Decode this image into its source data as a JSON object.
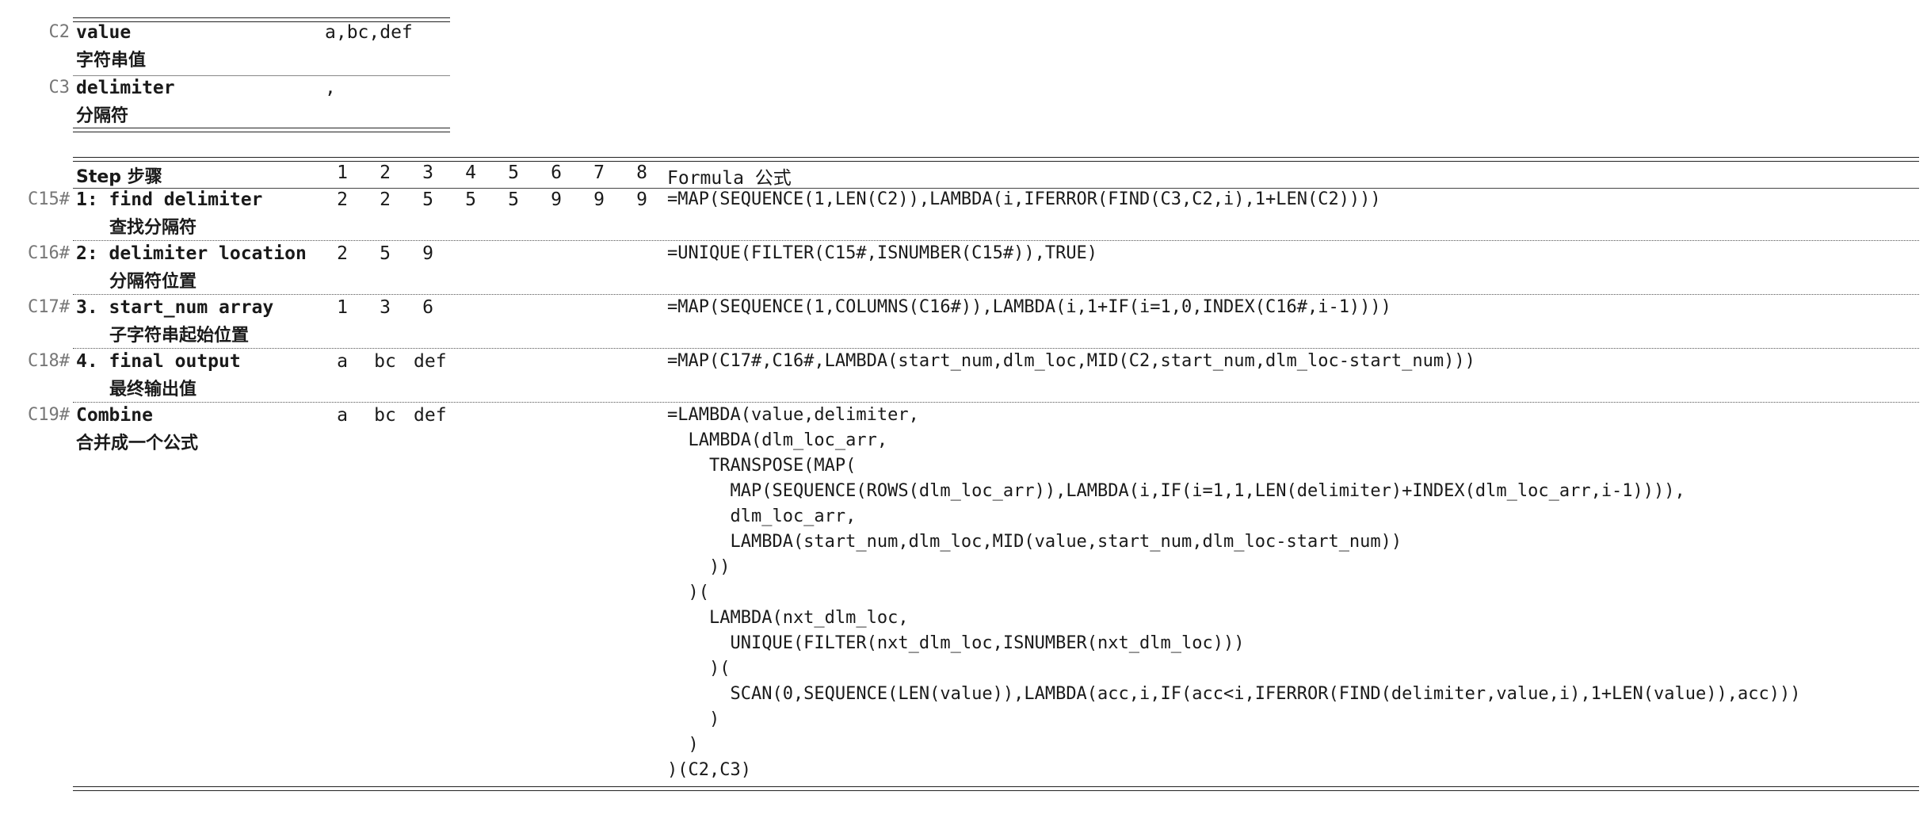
{
  "params": [
    {
      "ref": "C2",
      "name": "value",
      "name_zh": "字符串值",
      "val": "a,bc,def"
    },
    {
      "ref": "C3",
      "name": "delimiter",
      "name_zh": "分隔符",
      "val": ","
    }
  ],
  "steps_header": {
    "step": "Step 步骤",
    "cols": [
      "1",
      "2",
      "3",
      "4",
      "5",
      "6",
      "7",
      "8"
    ],
    "formula": "Formula 公式"
  },
  "steps": [
    {
      "ref": "C15#",
      "title": "1: find delimiter",
      "title_zh": "查找分隔符",
      "values": [
        "2",
        "2",
        "5",
        "5",
        "5",
        "9",
        "9",
        "9"
      ],
      "formula": "=MAP(SEQUENCE(1,LEN(C2)),LAMBDA(i,IFERROR(FIND(C3,C2,i),1+LEN(C2))))"
    },
    {
      "ref": "C16#",
      "title": "2: delimiter location",
      "title_zh": "分隔符位置",
      "values": [
        "2",
        "5",
        "9"
      ],
      "formula": "=UNIQUE(FILTER(C15#,ISNUMBER(C15#)),TRUE)"
    },
    {
      "ref": "C17#",
      "title": "3. start_num array",
      "title_zh": "子字符串起始位置",
      "values": [
        "1",
        "3",
        "6"
      ],
      "formula": "=MAP(SEQUENCE(1,COLUMNS(C16#)),LAMBDA(i,1+IF(i=1,0,INDEX(C16#,i-1))))"
    },
    {
      "ref": "C18#",
      "title": "4. final output",
      "title_zh": "最终输出值",
      "values": [
        "a",
        "bc",
        "def"
      ],
      "formula": "=MAP(C17#,C16#,LAMBDA(start_num,dlm_loc,MID(C2,start_num,dlm_loc-start_num)))"
    }
  ],
  "combine": {
    "ref": "C19#",
    "title": "Combine",
    "title_zh": "合并成一个公式",
    "values": [
      "a",
      "bc",
      "def"
    ],
    "formula_lines": [
      "=LAMBDA(value,delimiter,",
      "  LAMBDA(dlm_loc_arr,",
      "    TRANSPOSE(MAP(",
      "      MAP(SEQUENCE(ROWS(dlm_loc_arr)),LAMBDA(i,IF(i=1,1,LEN(delimiter)+INDEX(dlm_loc_arr,i-1)))),",
      "      dlm_loc_arr,",
      "      LAMBDA(start_num,dlm_loc,MID(value,start_num,dlm_loc-start_num))",
      "    ))",
      "  )(",
      "    LAMBDA(nxt_dlm_loc,",
      "      UNIQUE(FILTER(nxt_dlm_loc,ISNUMBER(nxt_dlm_loc)))",
      "    )(",
      "      SCAN(0,SEQUENCE(LEN(value)),LAMBDA(acc,i,IF(acc<i,IFERROR(FIND(delimiter,value,i),1+LEN(value)),acc)))",
      "    )",
      "  )",
      ")(C2,C3)"
    ]
  }
}
